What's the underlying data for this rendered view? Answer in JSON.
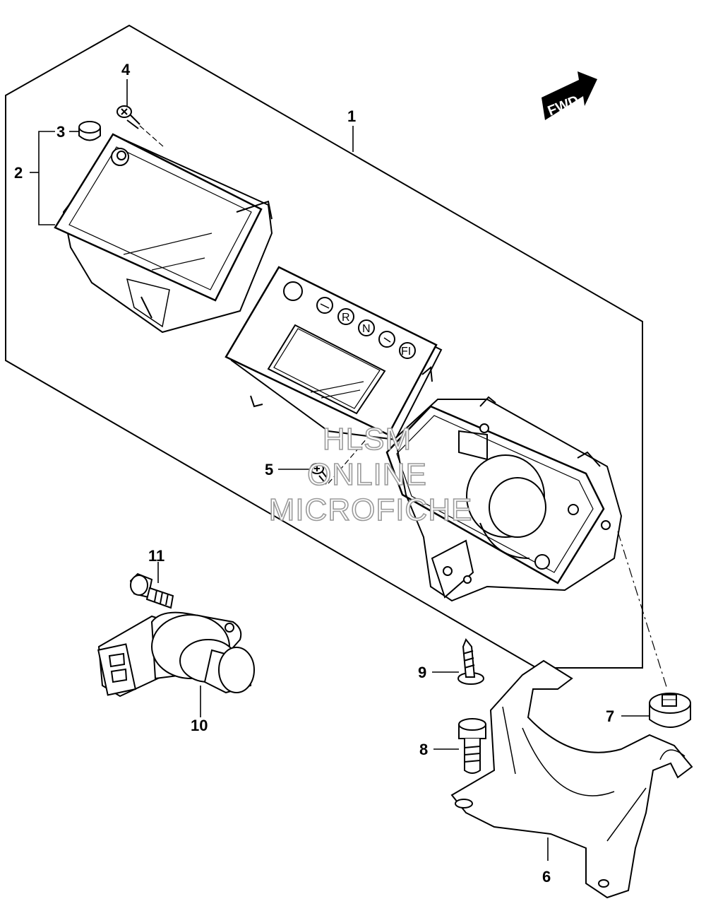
{
  "callouts": {
    "c1": "1",
    "c2": "2",
    "c3": "3",
    "c4": "4",
    "c5": "5",
    "c6": "6",
    "c7": "7",
    "c8": "8",
    "c9": "9",
    "c10": "10",
    "c11": "11"
  },
  "direction_badge": "FWD",
  "indicators": [
    "R",
    "N",
    "FI"
  ],
  "watermark": {
    "line1": "HLSM",
    "line2": "ONLINE",
    "line3": "MICROFICHE"
  },
  "colors": {
    "ink": "#000000",
    "watermark": "#9a9a9a",
    "paper": "#ffffff"
  }
}
